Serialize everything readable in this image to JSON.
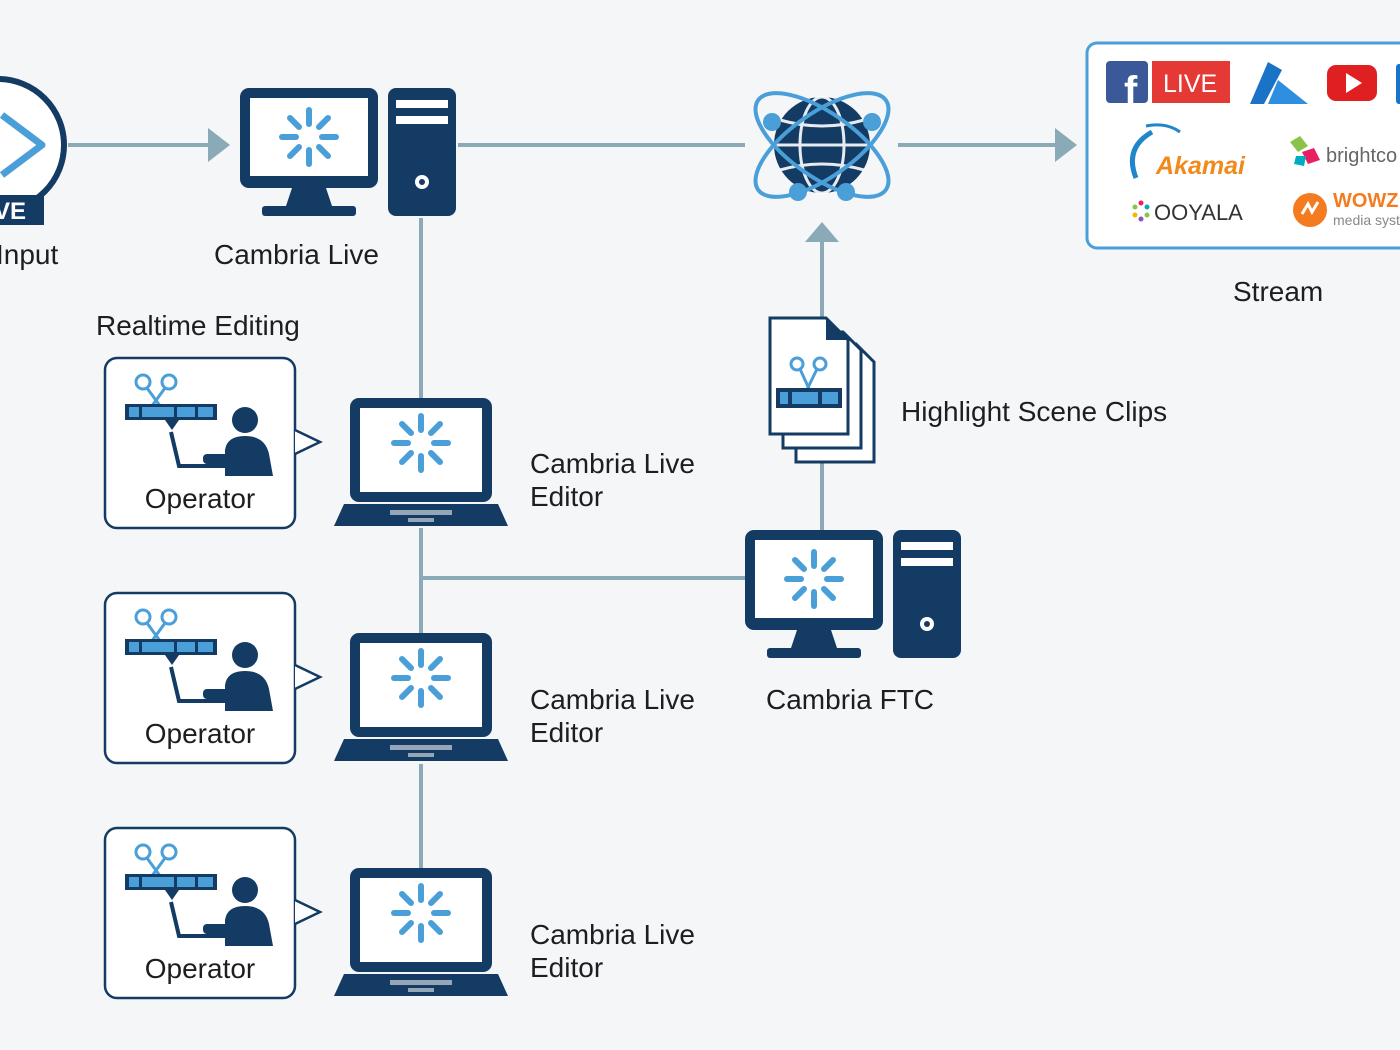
{
  "live_input": {
    "badge": "VE",
    "label": "Input"
  },
  "cambria_live": {
    "label": "Cambria Live"
  },
  "realtime_editing": {
    "label": "Realtime Editing"
  },
  "operators": [
    {
      "label": "Operator"
    },
    {
      "label": "Operator"
    },
    {
      "label": "Operator"
    }
  ],
  "editors": [
    {
      "line1": "Cambria Live",
      "line2": "Editor"
    },
    {
      "line1": "Cambria Live",
      "line2": "Editor"
    },
    {
      "line1": "Cambria Live",
      "line2": "Editor"
    }
  ],
  "cambria_ftc": {
    "label": "Cambria FTC"
  },
  "highlight_clips": {
    "label": "Highlight Scene Clips"
  },
  "stream": {
    "label": "Stream",
    "logos": {
      "facebook_live": "LIVE",
      "akamai": "Akamai",
      "brightcove": "brightco",
      "ooyala": "OOYALA",
      "wowza_line1": "WOWZ",
      "wowza_line2": "media syste"
    }
  },
  "colors": {
    "navy": "#133b63",
    "accent": "#4a9fd8",
    "connector": "#8aaab8",
    "panel_border": "#4a9fd8",
    "fb_red": "#e53935",
    "youtube_red": "#e02020",
    "akamai_orange": "#f08a1c",
    "wowza_orange": "#f47b20"
  },
  "icons": [
    "play-icon",
    "monitor-icon",
    "tower-icon",
    "globe-atom-icon",
    "laptop-icon",
    "scissors-icon",
    "timeline-icon",
    "person-icon",
    "document-stack-icon",
    "facebook-icon",
    "azure-icon",
    "youtube-icon"
  ]
}
